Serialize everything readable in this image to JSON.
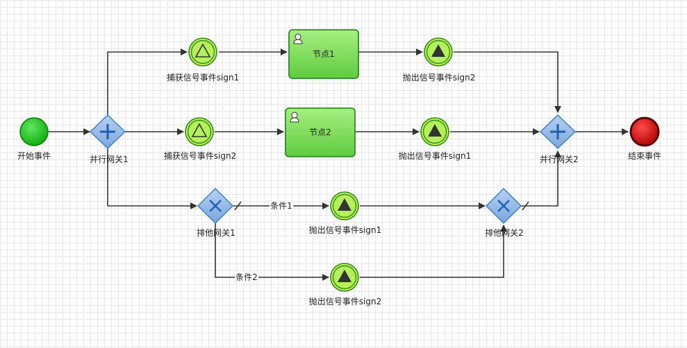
{
  "colors": {
    "start_fill": "#1fc21f",
    "end_fill": "#d40000",
    "gateway_fill": "#8db4e3",
    "gateway_stroke": "#3f7fc4",
    "task_fill": "#7ed957",
    "task_stroke": "#2e8b23",
    "signal_fill": "#b3f05a",
    "signal_stroke": "#3a8a15",
    "edge": "#333333"
  },
  "nodes": {
    "start": {
      "label": "开始事件",
      "type": "start-event"
    },
    "pgw1": {
      "label": "并行网关1",
      "type": "parallel-gateway"
    },
    "catch1": {
      "label": "捕获信号事件sign1",
      "type": "signal-catch"
    },
    "task1": {
      "label": "节点1",
      "type": "user-task"
    },
    "throw_top": {
      "label": "抛出信号事件sign2",
      "type": "signal-throw"
    },
    "catch2": {
      "label": "捕获信号事件sign2",
      "type": "signal-catch"
    },
    "task2": {
      "label": "节点2",
      "type": "user-task"
    },
    "throw_mid": {
      "label": "抛出信号事件sign1",
      "type": "signal-throw"
    },
    "pgw2": {
      "label": "并行网关2",
      "type": "parallel-gateway"
    },
    "end": {
      "label": "结束事件",
      "type": "end-event"
    },
    "xgw1": {
      "label": "排他网关1",
      "type": "exclusive-gateway"
    },
    "throw_b1": {
      "label": "抛出信号事件sign1",
      "type": "signal-throw"
    },
    "xgw2": {
      "label": "排他网关2",
      "type": "exclusive-gateway"
    },
    "throw_b2": {
      "label": "抛出信号事件sign2",
      "type": "signal-throw"
    }
  },
  "edge_labels": {
    "cond1": "条件1",
    "cond2": "条件2"
  },
  "icons": {
    "task": "user-icon",
    "parallel": "plus-icon",
    "exclusive": "x-icon",
    "catch": "hollow-triangle-icon",
    "throw": "filled-triangle-icon"
  }
}
